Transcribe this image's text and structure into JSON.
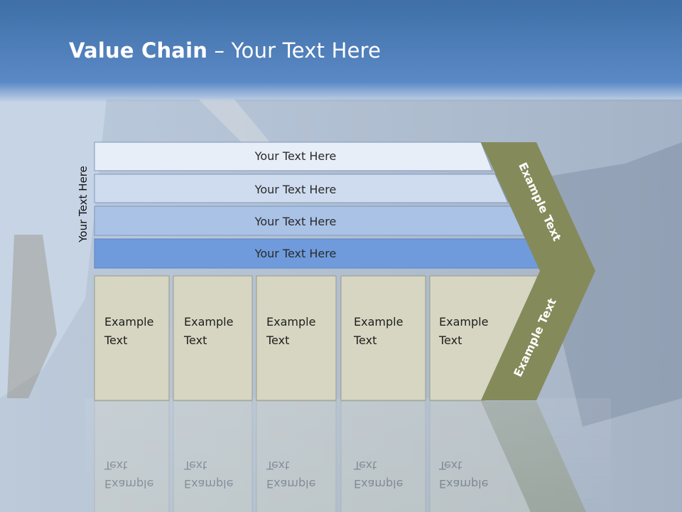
{
  "slide": {
    "title_bold": "Value Chain",
    "title_rest": " – Your Text Here",
    "side_label": "Your Text Here"
  },
  "bars": [
    {
      "label": "Your Text Here",
      "color": "#e8eef8"
    },
    {
      "label": "Your Text Here",
      "color": "#cfdcf0"
    },
    {
      "label": "Your Text Here",
      "color": "#a9c2e6"
    },
    {
      "label": "Your Text Here",
      "color": "#6f9bdc"
    }
  ],
  "boxes": [
    {
      "line1": "Example",
      "line2": "Text"
    },
    {
      "line1": "Example",
      "line2": "Text"
    },
    {
      "line1": "Example",
      "line2": "Text"
    },
    {
      "line1": "Example",
      "line2": "Text"
    },
    {
      "line1": "Example",
      "line2": "Text"
    }
  ],
  "chevron": {
    "upper_label": "Example Text",
    "lower_label": "Example Text",
    "color": "#858a5a"
  },
  "colors": {
    "header_blue": "#4a7fc1",
    "box_fill": "#d6d6c2"
  }
}
